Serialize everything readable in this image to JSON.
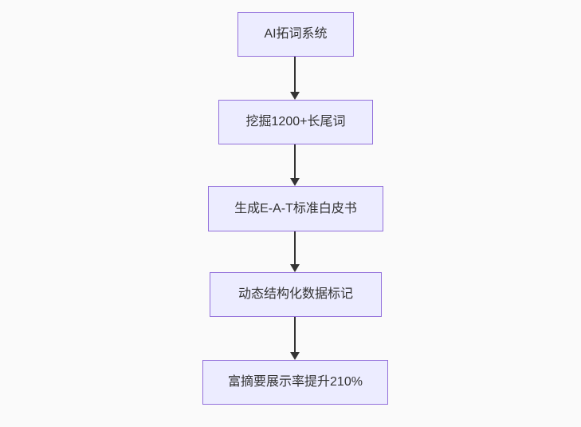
{
  "diagram": {
    "type": "flowchart",
    "direction": "top-down",
    "nodes": [
      {
        "id": "n1",
        "label": "AI拓词系统"
      },
      {
        "id": "n2",
        "label": "挖掘1200+长尾词"
      },
      {
        "id": "n3",
        "label": "生成E-A-T标准白皮书"
      },
      {
        "id": "n4",
        "label": "动态结构化数据标记"
      },
      {
        "id": "n5",
        "label": "富摘要展示率提升210%"
      }
    ],
    "edges": [
      {
        "from": "n1",
        "to": "n2"
      },
      {
        "from": "n2",
        "to": "n3"
      },
      {
        "from": "n3",
        "to": "n4"
      },
      {
        "from": "n4",
        "to": "n5"
      }
    ],
    "colors": {
      "node_fill": "#ececff",
      "node_border": "#9370db",
      "node_text": "#333333",
      "arrow": "#333333",
      "background": "#fafafa"
    }
  }
}
